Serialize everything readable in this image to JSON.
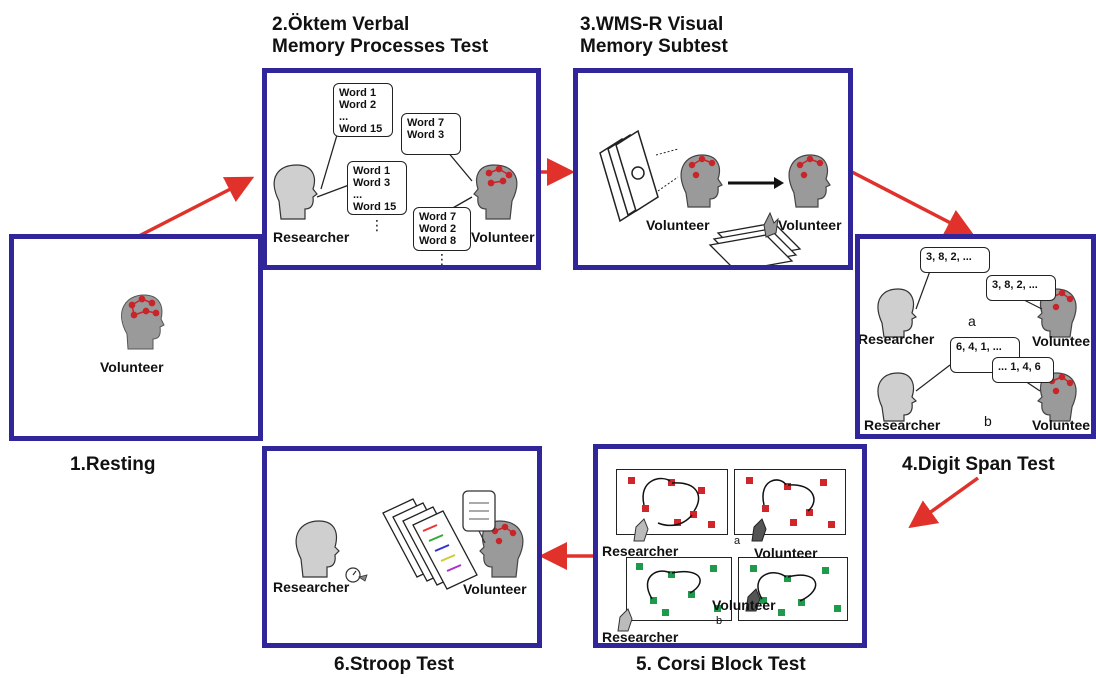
{
  "steps": {
    "resting": {
      "title": "1.Resting",
      "volunteer": "Volunteer"
    },
    "oktem": {
      "title": "2.Öktem Verbal\nMemory Processes Test",
      "researcher": "Researcher",
      "volunteer": "Volunteer",
      "bubble_a": "Word 1\nWord 2\n...\nWord 15",
      "bubble_b": "Word 7\nWord 3",
      "bubble_c": "Word 1\nWord 3\n...\nWord 15",
      "bubble_d": "Word 7\nWord 2\nWord 8",
      "ellipsis": "⋮"
    },
    "wms": {
      "title": "3.WMS-R Visual\nMemory Subtest",
      "volunteer_left": "Volunteer",
      "volunteer_right": "Volunteer"
    },
    "digit": {
      "title": "4.Digit Span Test",
      "bubble_1": "3, 8, 2, ...",
      "bubble_2": "3, 8, 2, ...",
      "bubble_3": "6, 4, 1, ...",
      "bubble_4": "... 1, 4, 6",
      "researcher_a": "Researcher",
      "volunteer_a": "Volunteer",
      "researcher_b": "Researcher",
      "volunteer_b": "Volunteer",
      "label_a": "a",
      "label_b": "b"
    },
    "corsi": {
      "title": "5. Corsi Block Test",
      "researcher_a": "Researcher",
      "volunteer_a": "Volunteer",
      "researcher_b": "Researcher",
      "volunteer_b": "Volunteer",
      "label_a": "a",
      "label_b": "b"
    },
    "stroop": {
      "title": "6.Stroop Test",
      "researcher": "Researcher",
      "volunteer": "Volunteer"
    }
  },
  "colors": {
    "frame": "#30269a",
    "arrow": "#e0322b",
    "electrode": "#c8242a",
    "head": "#9a9a9a"
  }
}
